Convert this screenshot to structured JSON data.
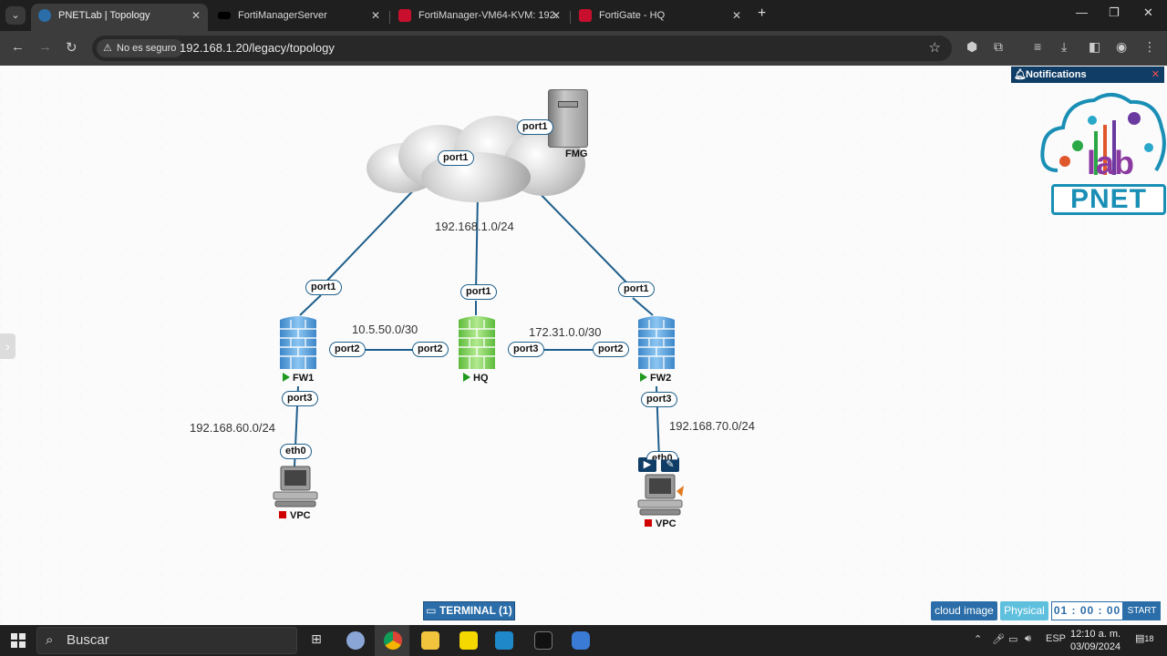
{
  "browser": {
    "tabs": [
      {
        "title": "PNETLab | Topology",
        "active": true,
        "favicon_color": "#2a6da8"
      },
      {
        "title": "FortiManagerServer",
        "active": false,
        "favicon_color": "#000000"
      },
      {
        "title": "FortiManager-VM64-KVM: 192.",
        "active": false,
        "favicon_color": "#c8102e"
      },
      {
        "title": "FortiGate - HQ",
        "active": false,
        "favicon_color": "#c8102e"
      }
    ],
    "security_label": "No es seguro",
    "url": "192.168.1.20/legacy/topology"
  },
  "topology": {
    "nodes": {
      "fmg": {
        "label": "FMG"
      },
      "fw1": {
        "label": "FW1",
        "state": "running"
      },
      "hq": {
        "label": "HQ",
        "state": "running"
      },
      "fw2": {
        "label": "FW2",
        "state": "running"
      },
      "vpc1": {
        "label": "VPC",
        "state": "stopped"
      },
      "vpc2": {
        "label": "VPC",
        "state": "stopped"
      }
    },
    "ports": {
      "fmg_port1": "port1",
      "cloud_port1": "port1",
      "fw1_port1": "port1",
      "hq_port1": "port1",
      "fw2_port1": "port1",
      "fw1_port2": "port2",
      "hq_port2": "port2",
      "hq_port3": "port3",
      "fw2_port2": "port2",
      "fw1_port3": "port3",
      "fw2_port3": "port3",
      "vpc1_eth0": "eth0",
      "vpc2_eth0": "eth0"
    },
    "networks": {
      "mgmt": "192.168.1.0/24",
      "fw1_hq": "10.5.50.0/30",
      "hq_fw2": "172.31.0.0/30",
      "fw1_lan": "192.168.60.0/24",
      "fw2_lan": "192.168.70.0/24"
    }
  },
  "ui": {
    "notifications": "Notifications",
    "logo_text": "PNET",
    "logo_sub": "lab",
    "terminal": "TERMINAL (1)",
    "cloud_image": "cloud image",
    "physical": "Physical",
    "timer": "01 : 00 : 00",
    "start": "START"
  },
  "taskbar": {
    "search_placeholder": "Buscar",
    "language": "ESP",
    "time": "12:10 a. m.",
    "date": "03/09/2024",
    "notification_count": "18"
  },
  "colors": {
    "link": "#1f5f8b",
    "accent": "#2a6da8",
    "firewall_blue": "#5aa8e6",
    "firewall_green": "#7fd15c",
    "running": "#1f9a1f",
    "stopped": "#d00000"
  }
}
